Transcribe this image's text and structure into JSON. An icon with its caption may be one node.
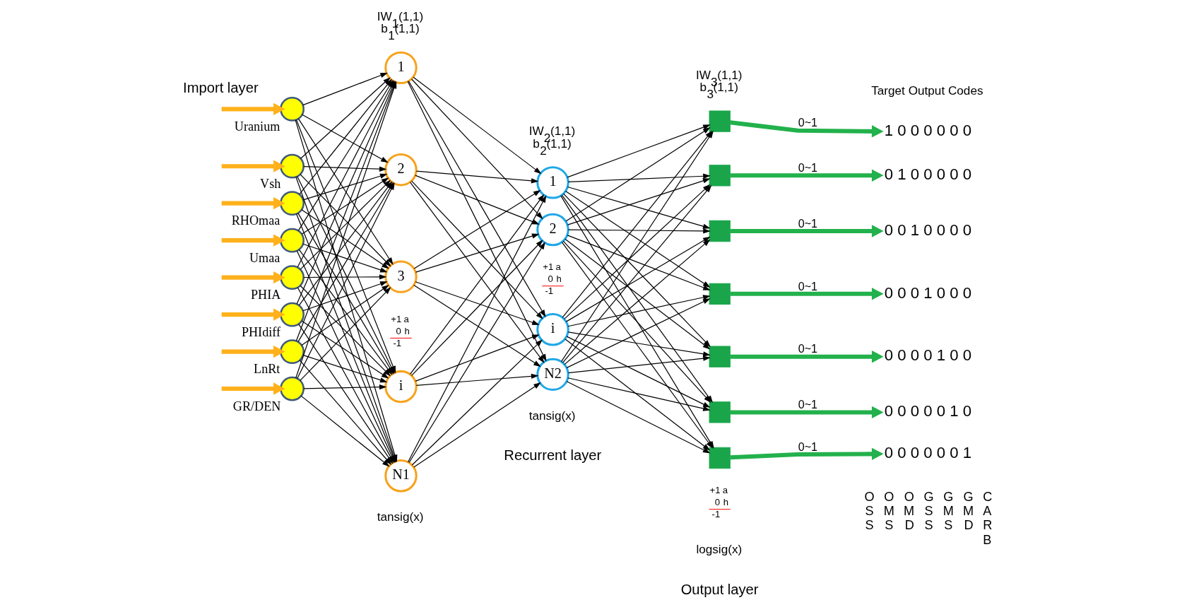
{
  "diagram": {
    "nodes": [
      {
        "text": [],
        "shape": "circle",
        "beside": [
          "Uranium"
        ]
      },
      {
        "text": [],
        "shape": "circle",
        "beside": [
          "Vsh"
        ]
      },
      {
        "text": [],
        "shape": "circle",
        "beside": [
          "RHOmaa"
        ]
      },
      {
        "text": [],
        "shape": "circle",
        "beside": [
          "Umaa"
        ]
      },
      {
        "text": [],
        "shape": "circle",
        "beside": [
          "PHIA"
        ]
      },
      {
        "text": [],
        "shape": "circle",
        "beside": [
          "PHIdiff"
        ]
      },
      {
        "text": [],
        "shape": "circle",
        "beside": [
          "LnRt"
        ]
      },
      {
        "text": [],
        "shape": "circle",
        "beside": [
          "GR/DEN"
        ]
      },
      {
        "text": [
          "1"
        ]
      },
      {
        "text": [
          "2"
        ]
      },
      {
        "text": [
          "3"
        ]
      },
      {
        "text": [
          "i"
        ]
      },
      {
        "text": [
          "N1"
        ]
      },
      {
        "text": [
          "1"
        ]
      },
      {
        "text": [
          "2"
        ]
      },
      {
        "text": [
          "i"
        ]
      },
      {
        "text": [
          "N2"
        ]
      },
      {
        "text": [],
        "shape": "box"
      },
      {
        "text": [],
        "shape": "box"
      },
      {
        "text": [],
        "shape": "box"
      },
      {
        "text": [],
        "shape": "box"
      },
      {
        "text": [],
        "shape": "box"
      },
      {
        "text": [],
        "shape": "box"
      },
      {
        "text": [],
        "shape": "box"
      },
      {
        "text": [
          "1 0 0 0 0 0 0"
        ]
      },
      {
        "text": [
          "0 1 0 0 0 0 0"
        ]
      },
      {
        "text": [
          "0 0 1 0 0 0 0"
        ]
      },
      {
        "text": [
          "0 0 0 1 0 0 0"
        ]
      },
      {
        "text": [
          "0 0 0 0 1 0 0"
        ]
      },
      {
        "text": [
          "0 0 0 0 0 1 0"
        ]
      },
      {
        "text": [
          "0 0 0 0 0 0 1"
        ]
      }
    ],
    "edges": [
      {
        "from": null,
        "to": 0,
        "arrow": "to",
        "style": "thick",
        "color": "#ffb11b"
      },
      {
        "from": null,
        "to": 1,
        "arrow": "to",
        "style": "thick",
        "color": "#ffb11b"
      },
      {
        "from": null,
        "to": 2,
        "arrow": "to",
        "style": "thick",
        "color": "#ffb11b"
      },
      {
        "from": null,
        "to": 3,
        "arrow": "to",
        "style": "thick",
        "color": "#ffb11b"
      },
      {
        "from": null,
        "to": 4,
        "arrow": "to",
        "style": "thick",
        "color": "#ffb11b"
      },
      {
        "from": null,
        "to": 5,
        "arrow": "to",
        "style": "thick",
        "color": "#ffb11b"
      },
      {
        "from": null,
        "to": 6,
        "arrow": "to",
        "style": "thick",
        "color": "#ffb11b"
      },
      {
        "from": null,
        "to": 7,
        "arrow": "to",
        "style": "thick",
        "color": "#ffb11b"
      },
      {
        "from": 0,
        "to": 8,
        "arrow": "to"
      },
      {
        "from": 0,
        "to": 9,
        "arrow": "to"
      },
      {
        "from": 0,
        "to": 10,
        "arrow": "to"
      },
      {
        "from": 0,
        "to": 11,
        "arrow": "to"
      },
      {
        "from": 0,
        "to": 12,
        "arrow": "to"
      },
      {
        "from": 1,
        "to": 8,
        "arrow": "to"
      },
      {
        "from": 1,
        "to": 9,
        "arrow": "to"
      },
      {
        "from": 1,
        "to": 10,
        "arrow": "to"
      },
      {
        "from": 1,
        "to": 11,
        "arrow": "to"
      },
      {
        "from": 1,
        "to": 12,
        "arrow": "to"
      },
      {
        "from": 2,
        "to": 8,
        "arrow": "to"
      },
      {
        "from": 2,
        "to": 9,
        "arrow": "to"
      },
      {
        "from": 2,
        "to": 10,
        "arrow": "to"
      },
      {
        "from": 2,
        "to": 11,
        "arrow": "to"
      },
      {
        "from": 2,
        "to": 12,
        "arrow": "to"
      },
      {
        "from": 3,
        "to": 8,
        "arrow": "to"
      },
      {
        "from": 3,
        "to": 9,
        "arrow": "to"
      },
      {
        "from": 3,
        "to": 10,
        "arrow": "to"
      },
      {
        "from": 3,
        "to": 11,
        "arrow": "to"
      },
      {
        "from": 3,
        "to": 12,
        "arrow": "to"
      },
      {
        "from": 4,
        "to": 8,
        "arrow": "to"
      },
      {
        "from": 4,
        "to": 9,
        "arrow": "to"
      },
      {
        "from": 4,
        "to": 10,
        "arrow": "to"
      },
      {
        "from": 4,
        "to": 11,
        "arrow": "to"
      },
      {
        "from": 4,
        "to": 12,
        "arrow": "to"
      },
      {
        "from": 5,
        "to": 8,
        "arrow": "to"
      },
      {
        "from": 5,
        "to": 9,
        "arrow": "to"
      },
      {
        "from": 5,
        "to": 10,
        "arrow": "to"
      },
      {
        "from": 5,
        "to": 11,
        "arrow": "to"
      },
      {
        "from": 5,
        "to": 12,
        "arrow": "to"
      },
      {
        "from": 6,
        "to": 8,
        "arrow": "to"
      },
      {
        "from": 6,
        "to": 9,
        "arrow": "to"
      },
      {
        "from": 6,
        "to": 10,
        "arrow": "to"
      },
      {
        "from": 6,
        "to": 11,
        "arrow": "to"
      },
      {
        "from": 6,
        "to": 12,
        "arrow": "to"
      },
      {
        "from": 7,
        "to": 8,
        "arrow": "to"
      },
      {
        "from": 7,
        "to": 9,
        "arrow": "to"
      },
      {
        "from": 7,
        "to": 10,
        "arrow": "to"
      },
      {
        "from": 7,
        "to": 11,
        "arrow": "to"
      },
      {
        "from": 7,
        "to": 12,
        "arrow": "to"
      },
      {
        "from": 8,
        "to": 13,
        "arrow": "to"
      },
      {
        "from": 8,
        "to": 14,
        "arrow": "to"
      },
      {
        "from": 8,
        "to": 15,
        "arrow": "to"
      },
      {
        "from": 8,
        "to": 16,
        "arrow": "to"
      },
      {
        "from": 9,
        "to": 13,
        "arrow": "to"
      },
      {
        "from": 9,
        "to": 14,
        "arrow": "to"
      },
      {
        "from": 9,
        "to": 15,
        "arrow": "to"
      },
      {
        "from": 9,
        "to": 16,
        "arrow": "to"
      },
      {
        "from": 10,
        "to": 13,
        "arrow": "to"
      },
      {
        "from": 10,
        "to": 14,
        "arrow": "to"
      },
      {
        "from": 10,
        "to": 15,
        "arrow": "to"
      },
      {
        "from": 10,
        "to": 16,
        "arrow": "to"
      },
      {
        "from": 11,
        "to": 13,
        "arrow": "to"
      },
      {
        "from": 11,
        "to": 14,
        "arrow": "to"
      },
      {
        "from": 11,
        "to": 15,
        "arrow": "to"
      },
      {
        "from": 11,
        "to": 16,
        "arrow": "to"
      },
      {
        "from": 12,
        "to": 13,
        "arrow": "to"
      },
      {
        "from": 12,
        "to": 14,
        "arrow": "to"
      },
      {
        "from": 12,
        "to": 15,
        "arrow": "to"
      },
      {
        "from": 12,
        "to": 16,
        "arrow": "to"
      },
      {
        "from": 13,
        "to": 17,
        "arrow": "to"
      },
      {
        "from": 13,
        "to": 18,
        "arrow": "to"
      },
      {
        "from": 13,
        "to": 19,
        "arrow": "to"
      },
      {
        "from": 13,
        "to": 20,
        "arrow": "to"
      },
      {
        "from": 13,
        "to": 21,
        "arrow": "to"
      },
      {
        "from": 13,
        "to": 22,
        "arrow": "to"
      },
      {
        "from": 13,
        "to": 23,
        "arrow": "to"
      },
      {
        "from": 14,
        "to": 17,
        "arrow": "to"
      },
      {
        "from": 14,
        "to": 18,
        "arrow": "to"
      },
      {
        "from": 14,
        "to": 19,
        "arrow": "to"
      },
      {
        "from": 14,
        "to": 20,
        "arrow": "to"
      },
      {
        "from": 14,
        "to": 21,
        "arrow": "to"
      },
      {
        "from": 14,
        "to": 22,
        "arrow": "to"
      },
      {
        "from": 14,
        "to": 23,
        "arrow": "to"
      },
      {
        "from": 15,
        "to": 17,
        "arrow": "to"
      },
      {
        "from": 15,
        "to": 18,
        "arrow": "to"
      },
      {
        "from": 15,
        "to": 19,
        "arrow": "to"
      },
      {
        "from": 15,
        "to": 20,
        "arrow": "to"
      },
      {
        "from": 15,
        "to": 21,
        "arrow": "to"
      },
      {
        "from": 15,
        "to": 22,
        "arrow": "to"
      },
      {
        "from": 15,
        "to": 23,
        "arrow": "to"
      },
      {
        "from": 16,
        "to": 17,
        "arrow": "to"
      },
      {
        "from": 16,
        "to": 18,
        "arrow": "to"
      },
      {
        "from": 16,
        "to": 19,
        "arrow": "to"
      },
      {
        "from": 16,
        "to": 20,
        "arrow": "to"
      },
      {
        "from": 16,
        "to": 21,
        "arrow": "to"
      },
      {
        "from": 16,
        "to": 22,
        "arrow": "to"
      },
      {
        "from": 16,
        "to": 23,
        "arrow": "to"
      },
      {
        "from": 17,
        "to": 24,
        "arrow": "to",
        "label": "0~1",
        "style": "thick",
        "color": "#22b14c"
      },
      {
        "from": 18,
        "to": 25,
        "arrow": "to",
        "label": "0~1",
        "style": "thick",
        "color": "#22b14c"
      },
      {
        "from": 19,
        "to": 26,
        "arrow": "to",
        "label": "0~1",
        "style": "thick",
        "color": "#22b14c"
      },
      {
        "from": 20,
        "to": 27,
        "arrow": "to",
        "label": "0~1",
        "style": "thick",
        "color": "#22b14c"
      },
      {
        "from": 21,
        "to": 28,
        "arrow": "to",
        "label": "0~1",
        "style": "thick",
        "color": "#22b14c"
      },
      {
        "from": 22,
        "to": 29,
        "arrow": "to",
        "label": "0~1",
        "style": "thick",
        "color": "#22b14c"
      },
      {
        "from": 23,
        "to": 30,
        "arrow": "to",
        "label": "0~1",
        "style": "thick",
        "color": "#22b14c"
      }
    ],
    "labels": [
      "IW$_{1}$(1,1)",
      "b$_{1}$(1,1)",
      "IW$_{2}$(1,1)",
      "b$_{2}$(1,1)",
      "Target Output Codes",
      "IW$_{3}$(1,1)",
      "b$_{3}$(1,1)",
      "+1",
      "a",
      "0",
      "h",
      "-1",
      "+1",
      "a",
      "0",
      "h",
      "-1",
      "+1",
      "a",
      "0",
      "h",
      "-1",
      "O S S",
      "O M S",
      "O M D",
      "G S S",
      "G M S",
      "G M D",
      "C A R B",
      "tansig(x)",
      "tansig(x)",
      "logsig(x)",
      "Import layer",
      "Recurrent layer",
      "Output layer"
    ]
  }
}
